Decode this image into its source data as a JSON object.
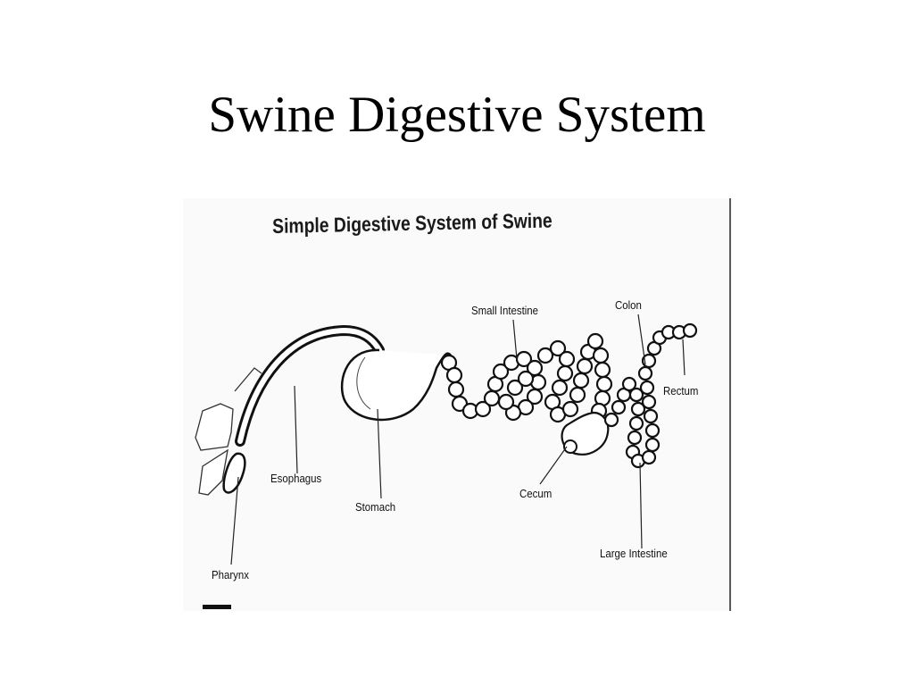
{
  "slide": {
    "title": "Swine Digestive System"
  },
  "figure": {
    "title": "Simple Digestive System of Swine",
    "labels": {
      "small_intestine": "Small Intestine",
      "colon": "Colon",
      "rectum": "Rectum",
      "esophagus": "Esophagus",
      "stomach": "Stomach",
      "cecum": "Cecum",
      "large_intestine": "Large Intestine",
      "pharynx": "Pharynx"
    }
  }
}
